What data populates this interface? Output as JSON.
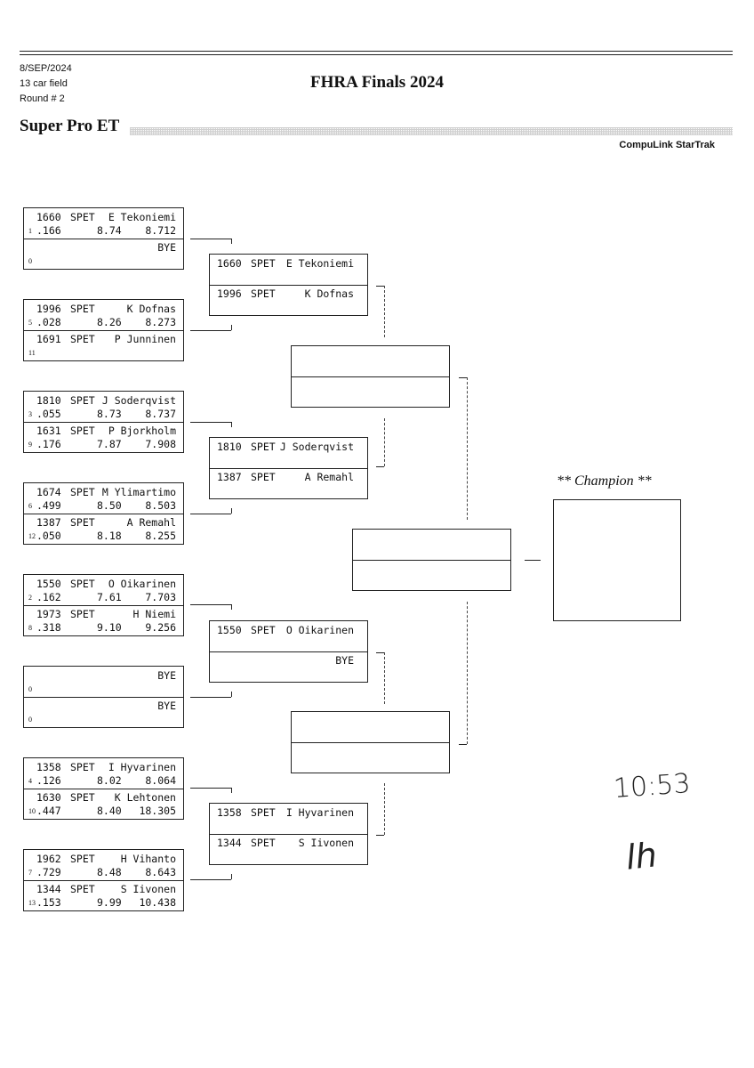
{
  "header": {
    "date": "8/SEP/2024",
    "field": "13 car field",
    "round": "Round # 2",
    "title": "FHRA Finals 2024",
    "class_name": "Super Pro ET",
    "software": "CompuLink StarTrak"
  },
  "round1": [
    {
      "top": {
        "car": "1660",
        "cls": "SPET",
        "driver": "E Tekoniemi",
        "lane": "1",
        "rt": ".166",
        "et": "8.74",
        "speed": "8.712"
      },
      "bot": {
        "car": "",
        "cls": "",
        "driver": "BYE",
        "lane": "0",
        "rt": "",
        "et": "",
        "speed": ""
      }
    },
    {
      "top": {
        "car": "1996",
        "cls": "SPET",
        "driver": "K Dofnas",
        "lane": "5",
        "rt": ".028",
        "et": "8.26",
        "speed": "8.273"
      },
      "bot": {
        "car": "1691",
        "cls": "SPET",
        "driver": "P Junninen",
        "lane": "11",
        "rt": "",
        "et": "",
        "speed": ""
      }
    },
    {
      "top": {
        "car": "1810",
        "cls": "SPET",
        "driver": "J Soderqvist",
        "lane": "3",
        "rt": ".055",
        "et": "8.73",
        "speed": "8.737"
      },
      "bot": {
        "car": "1631",
        "cls": "SPET",
        "driver": "P Bjorkholm",
        "lane": "9",
        "rt": ".176",
        "et": "7.87",
        "speed": "7.908"
      }
    },
    {
      "top": {
        "car": "1674",
        "cls": "SPET",
        "driver": "M Ylimartimo",
        "lane": "6",
        "rt": ".499",
        "et": "8.50",
        "speed": "8.503"
      },
      "bot": {
        "car": "1387",
        "cls": "SPET",
        "driver": "A Remahl",
        "lane": "12",
        "rt": ".050",
        "et": "8.18",
        "speed": "8.255"
      }
    },
    {
      "top": {
        "car": "1550",
        "cls": "SPET",
        "driver": "O Oikarinen",
        "lane": "2",
        "rt": ".162",
        "et": "7.61",
        "speed": "7.703"
      },
      "bot": {
        "car": "1973",
        "cls": "SPET",
        "driver": "H Niemi",
        "lane": "8",
        "rt": ".318",
        "et": "9.10",
        "speed": "9.256"
      }
    },
    {
      "top": {
        "car": "",
        "cls": "",
        "driver": "BYE",
        "lane": "0",
        "rt": "",
        "et": "",
        "speed": ""
      },
      "bot": {
        "car": "",
        "cls": "",
        "driver": "BYE",
        "lane": "0",
        "rt": "",
        "et": "",
        "speed": ""
      }
    },
    {
      "top": {
        "car": "1358",
        "cls": "SPET",
        "driver": "I Hyvarinen",
        "lane": "4",
        "rt": ".126",
        "et": "8.02",
        "speed": "8.064"
      },
      "bot": {
        "car": "1630",
        "cls": "SPET",
        "driver": "K Lehtonen",
        "lane": "10",
        "rt": ".447",
        "et": "8.40",
        "speed": "18.305"
      }
    },
    {
      "top": {
        "car": "1962",
        "cls": "SPET",
        "driver": "H Vihanto",
        "lane": "7",
        "rt": ".729",
        "et": "8.48",
        "speed": "8.643"
      },
      "bot": {
        "car": "1344",
        "cls": "SPET",
        "driver": "S Iivonen",
        "lane": "13",
        "rt": ".153",
        "et": "9.99",
        "speed": "10.438"
      }
    }
  ],
  "round2": [
    {
      "top": {
        "car": "1660",
        "cls": "SPET",
        "driver": "E Tekoniemi"
      },
      "bot": {
        "car": "1996",
        "cls": "SPET",
        "driver": "K Dofnas"
      }
    },
    {
      "top": {
        "car": "1810",
        "cls": "SPET",
        "driver": "J Soderqvist"
      },
      "bot": {
        "car": "1387",
        "cls": "SPET",
        "driver": "A Remahl"
      }
    },
    {
      "top": {
        "car": "1550",
        "cls": "SPET",
        "driver": "O Oikarinen"
      },
      "bot": {
        "car": "",
        "cls": "",
        "driver": "BYE"
      }
    },
    {
      "top": {
        "car": "1358",
        "cls": "SPET",
        "driver": "I Hyvarinen"
      },
      "bot": {
        "car": "1344",
        "cls": "SPET",
        "driver": "S Iivonen"
      }
    }
  ],
  "champion_label": "** Champion **",
  "handwriting": {
    "time": "10:53",
    "initials": "lh"
  }
}
